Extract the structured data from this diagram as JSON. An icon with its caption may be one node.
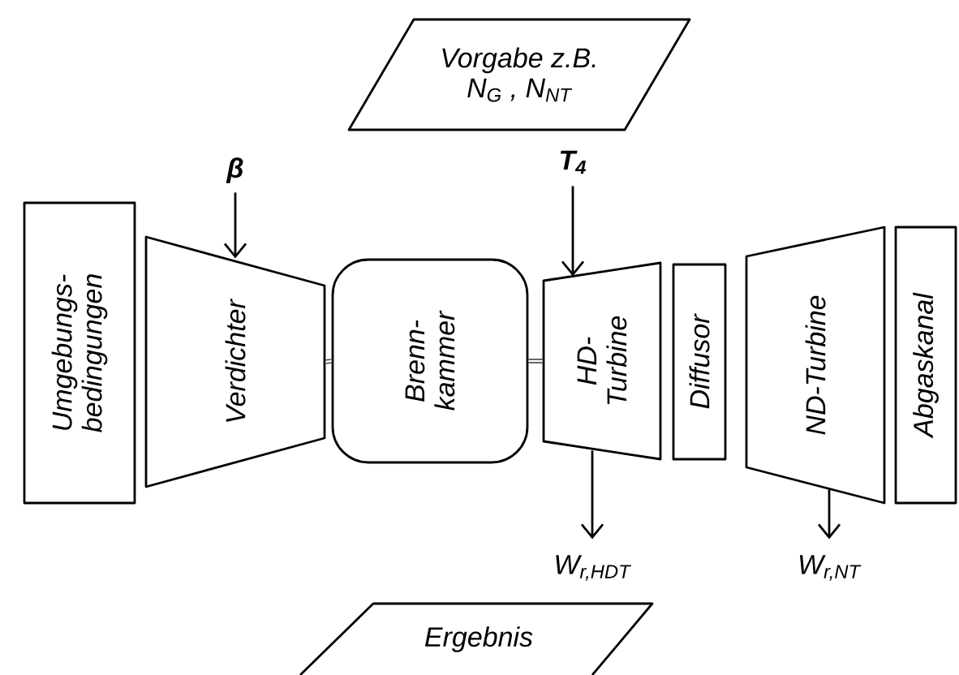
{
  "diagram": {
    "nodes": [
      {
        "text": [
          "Vorgabe z.B. N$_{G}$ , N$_{NT}$"
        ]
      },
      {
        "text": [
          "Umgebungs- bedingungen"
        ]
      },
      {
        "text": [
          "Verdichter"
        ]
      },
      {
        "text": [
          "Brenn- kammer"
        ]
      },
      {
        "text": [
          "HD- Turbine"
        ]
      },
      {
        "text": [
          "Diffusor"
        ]
      },
      {
        "text": [
          "ND-Turbine"
        ]
      },
      {
        "text": [
          "Abgaskanal"
        ]
      },
      {
        "text": [
          "β"
        ]
      },
      {
        "text": [
          "T$_{4}$"
        ]
      },
      {
        "text": [
          "W$_{r,HDT}$"
        ]
      },
      {
        "text": [
          "W$_{r,NT}$"
        ]
      },
      {
        "text": [
          "Ergebnis"
        ]
      }
    ],
    "edges": [
      {
        "from": 8,
        "to": 2,
        "arrow": "to"
      },
      {
        "from": 9,
        "to": 4,
        "arrow": "to"
      },
      {
        "from": 4,
        "to": 10,
        "arrow": "to"
      },
      {
        "from": 6,
        "to": 11,
        "arrow": "to"
      },
      {
        "from": 2,
        "to": 3,
        "arrow": "none"
      },
      {
        "from": 3,
        "to": 4,
        "arrow": "none"
      }
    ]
  }
}
